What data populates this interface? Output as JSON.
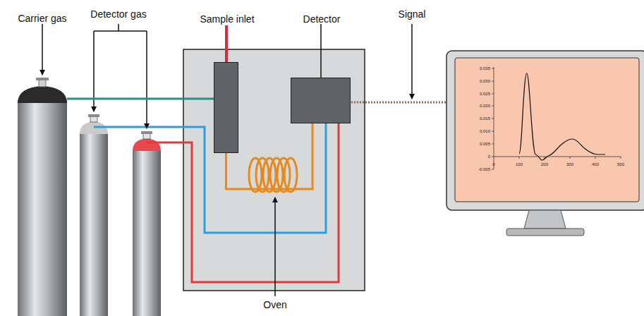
{
  "diagram": {
    "nodes": [
      {
        "text": [
          "Carrier gas"
        ]
      },
      {
        "text": [
          "Sample inlet"
        ]
      },
      {
        "text": [
          "Detector"
        ]
      }
    ],
    "edges": [
      {
        "from": 0,
        "to": 1,
        "arrow": "none"
      },
      {
        "from": 1,
        "to": 2,
        "arrow": "none"
      }
    ],
    "labels": [
      "Detector gas",
      "Signal",
      "Oven",
      "0.035",
      "0.030",
      "0.025",
      "0.020",
      "0.015",
      "0.010",
      "0.005",
      "0",
      "-0.005",
      "0",
      "100",
      "200",
      "300",
      "400",
      "500"
    ]
  }
}
